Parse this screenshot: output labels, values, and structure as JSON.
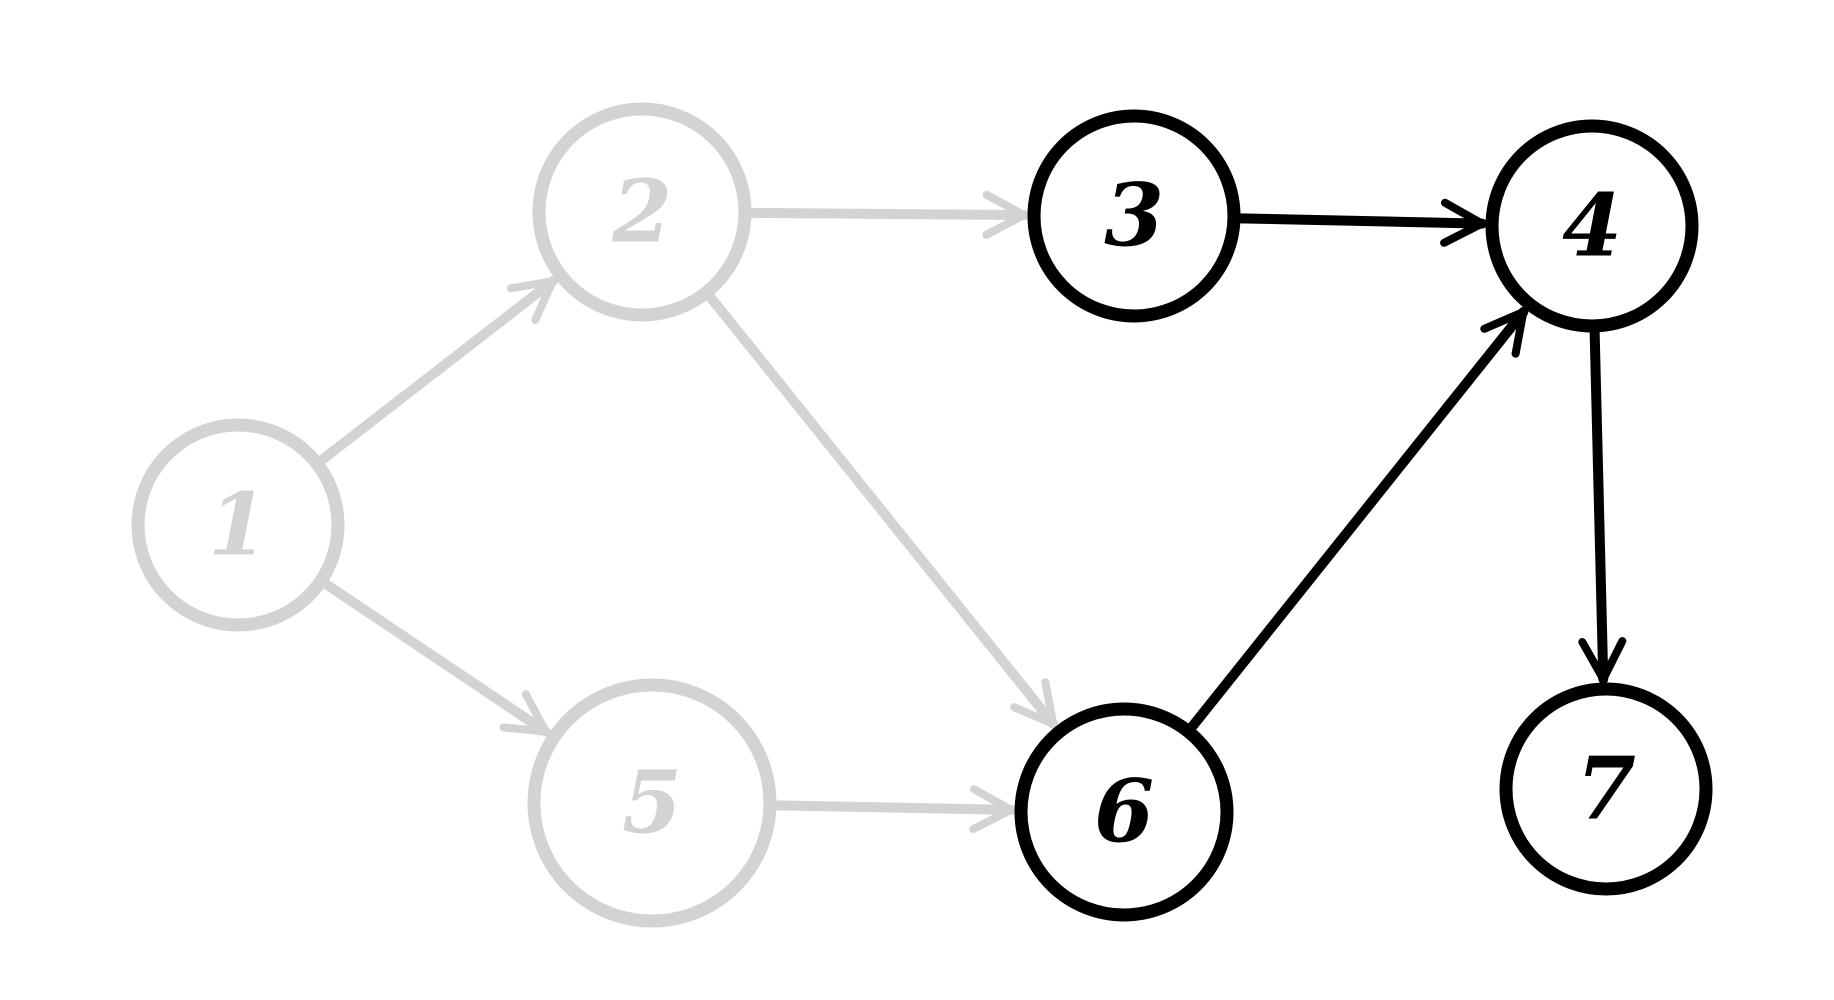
{
  "colors": {
    "background": "#ffffff",
    "active": "#000000",
    "inactive": "#d3d3d3"
  },
  "nodes": [
    {
      "id": "1",
      "label": "1",
      "state": "inactive"
    },
    {
      "id": "2",
      "label": "2",
      "state": "inactive"
    },
    {
      "id": "3",
      "label": "3",
      "state": "active"
    },
    {
      "id": "4",
      "label": "4",
      "state": "active"
    },
    {
      "id": "5",
      "label": "5",
      "state": "inactive"
    },
    {
      "id": "6",
      "label": "6",
      "state": "active"
    },
    {
      "id": "7",
      "label": "7",
      "state": "active"
    }
  ],
  "edges": [
    {
      "from": "1",
      "to": "2",
      "state": "inactive"
    },
    {
      "from": "1",
      "to": "5",
      "state": "inactive"
    },
    {
      "from": "2",
      "to": "3",
      "state": "inactive"
    },
    {
      "from": "2",
      "to": "6",
      "state": "inactive"
    },
    {
      "from": "5",
      "to": "6",
      "state": "inactive"
    },
    {
      "from": "3",
      "to": "4",
      "state": "active"
    },
    {
      "from": "6",
      "to": "4",
      "state": "active"
    },
    {
      "from": "4",
      "to": "7",
      "state": "active"
    }
  ]
}
